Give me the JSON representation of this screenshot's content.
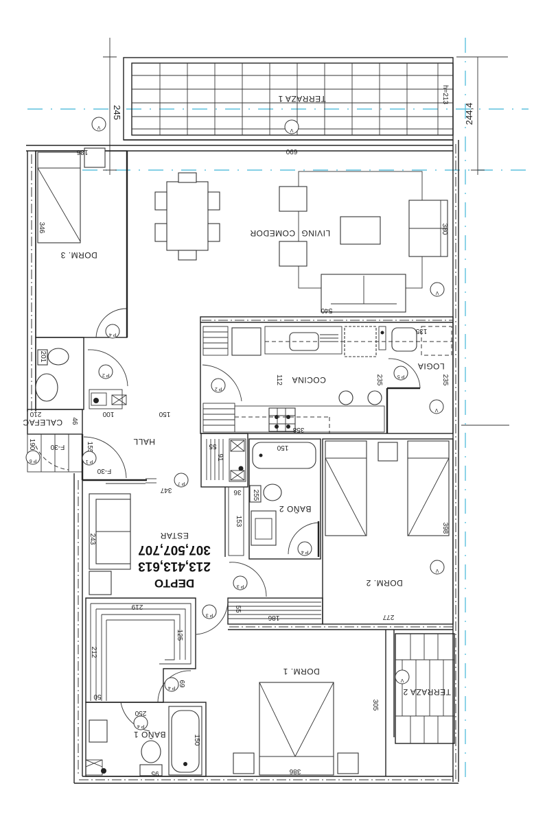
{
  "drawing": {
    "type": "architectural-floor-plan",
    "orientation": "rotated-180",
    "colors": {
      "lines": "#222222",
      "axis_blue": "#5bc0de",
      "background": "#ffffff"
    }
  },
  "unit_label": {
    "title": "DEPTO",
    "line1": "213,413,613",
    "line2": "307,507,707"
  },
  "rooms": {
    "terraza1": "TERRAZA 1",
    "terraza2": "TERRAZA 2",
    "living": "LIVING",
    "comedor": "COMEDOR",
    "dorm3": "DORM. 3",
    "dorm2": "DORM. 2",
    "dorm1": "DORM. 1",
    "cocina": "COCINA",
    "logia": "LOGIA",
    "hall": "HALL",
    "estar": "ESTAR",
    "bano1": "BAÑO 1",
    "bano2": "BAÑO 2",
    "calefac": "CALEFAC"
  },
  "dimensions": {
    "d245": "245",
    "d244_4": "244,4",
    "h213": "h=213",
    "d690": "690",
    "d186a": "186",
    "d346": "346",
    "d380": "380",
    "d540": "540",
    "d135": "135",
    "d112": "112",
    "d235a": "235",
    "d235b": "235",
    "d201": "201",
    "d210": "210",
    "d100": "100",
    "d150a": "150",
    "d46": "46",
    "d190": "190",
    "d155": "155",
    "f30a": "F-30",
    "f30b": "F-30",
    "d347": "347",
    "d55a": "55",
    "d91": "91",
    "d36": "36",
    "d255": "255",
    "d150b": "150",
    "d153": "153",
    "d358": "358",
    "d398": "398",
    "d243": "243",
    "d219": "219",
    "d125": "125",
    "d55b": "55",
    "d186b": "186",
    "d277": "277",
    "d212": "212",
    "d69": "69",
    "d50": "50",
    "d250": "250",
    "d150c": "150",
    "d95": "95",
    "d386": "386",
    "d305": "305"
  },
  "door_tags": {
    "p4a": "P 4",
    "p2a": "P 2",
    "p2b": "P 2",
    "p1": "P 1",
    "p5": "P 5",
    "p7": "P 7",
    "p3a": "P 3",
    "p3b": "P 3",
    "p4b": "P 4",
    "p4c": "P 4",
    "p4d": "P 4",
    "p6": "P 6"
  },
  "window_tags": {
    "v1": "V",
    "v2": "V",
    "v3": "V",
    "v4": "V",
    "v5": "V",
    "v6": "V"
  }
}
